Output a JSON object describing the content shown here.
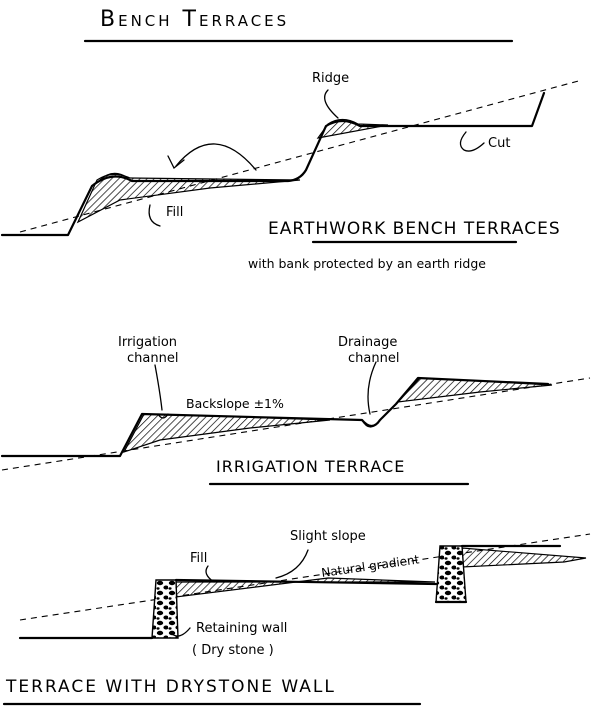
{
  "title": "Bench Terraces",
  "earthwork": {
    "heading": "EARTHWORK BENCH TERRACES",
    "subtitle": "with bank protected by an earth ridge",
    "labels": {
      "ridge": "Ridge",
      "cut": "Cut",
      "fill": "Fill"
    }
  },
  "irrigation": {
    "heading": "IRRIGATION TERRACE",
    "labels": {
      "irrigation_line1": "Irrigation",
      "irrigation_line2": "channel",
      "drainage_line1": "Drainage",
      "drainage_line2": "channel",
      "backslope": "Backslope ±1%"
    }
  },
  "drystone": {
    "heading": "TERRACE WITH DRYSTONE WALL",
    "labels": {
      "fill": "Fill",
      "slight_slope": "Slight slope",
      "natural_gradient": "Natural gradient",
      "retaining_line1": "Retaining wall",
      "retaining_line2": "( Dry stone )"
    }
  }
}
